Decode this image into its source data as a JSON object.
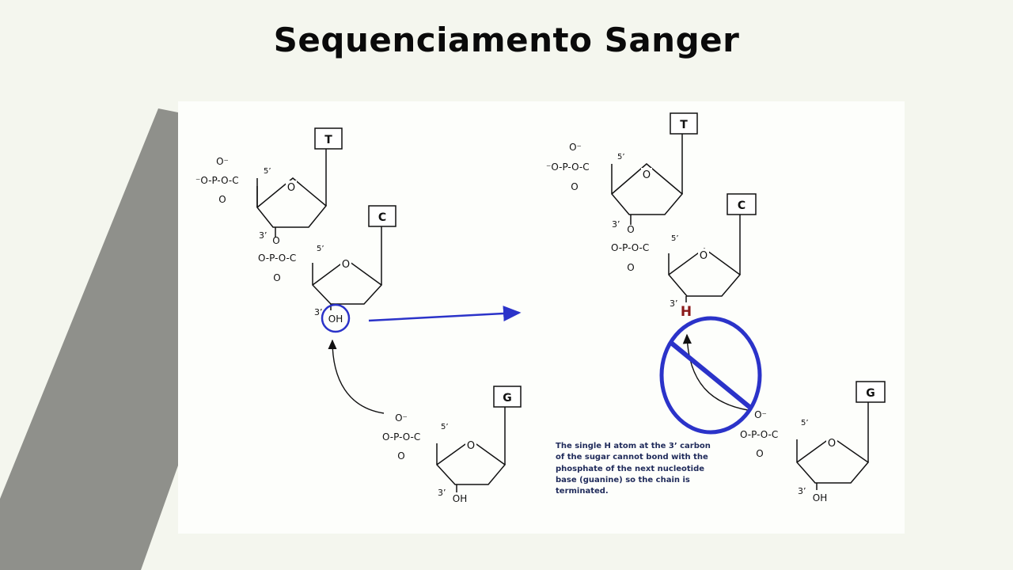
{
  "slide": {
    "title": "Sequenciamento Sanger"
  },
  "diagram": {
    "left_nucleotide_top": {
      "base": "T",
      "phosphate_top": "O⁻",
      "phosphate_left": "⁻O-P-O-C",
      "phosphate_bottom": "O",
      "carbon_5": "5’",
      "ring_oxygen": "O"
    },
    "left_nucleotide_middle": {
      "base": "C",
      "linker_carbon_3": "3’",
      "linker_o": "O",
      "phosphate_row": "O-P-O-C",
      "phosphate_bottom": "O",
      "carbon_5": "5’",
      "ring_oxygen": "O",
      "carbon_3": "3’",
      "hydroxyl": "OH"
    },
    "incoming_nucleotide_left": {
      "base": "G",
      "phosphate_top": "O⁻",
      "phosphate_row": "O-P-O-C",
      "phosphate_bottom": "O",
      "carbon_5": "5’",
      "ring_oxygen": "O",
      "carbon_3": "3’",
      "hydroxyl": "OH"
    },
    "right_nucleotide_top": {
      "base": "T",
      "phosphate_top": "O⁻",
      "phosphate_left": "⁻O-P-O-C",
      "phosphate_bottom": "O",
      "carbon_5": "5’",
      "ring_oxygen": "O"
    },
    "right_nucleotide_middle": {
      "base": "C",
      "linker_carbon_3": "3’",
      "linker_o": "O",
      "phosphate_row": "O-P-O-C",
      "phosphate_bottom": "O",
      "carbon_5": "5’",
      "ring_oxygen": "O",
      "carbon_3": "3’",
      "hydrogen": "H"
    },
    "incoming_nucleotide_right": {
      "base": "G",
      "phosphate_top": "O⁻",
      "phosphate_row": "O-P-O-C",
      "phosphate_bottom": "O",
      "carbon_5": "5’",
      "ring_oxygen": "O",
      "carbon_3": "3’",
      "hydroxyl": "OH"
    },
    "caption": "The single H atom at the 3’ carbon of the sugar cannot bond with the phosphate of the next nucleotide base (guanine) so the chain is terminated.",
    "colors": {
      "accent_blue": "#2b33c9",
      "hydrogen_red": "#8b1a1a",
      "caption_text": "#1f2a5a",
      "gray_band": "#8f908b"
    }
  }
}
